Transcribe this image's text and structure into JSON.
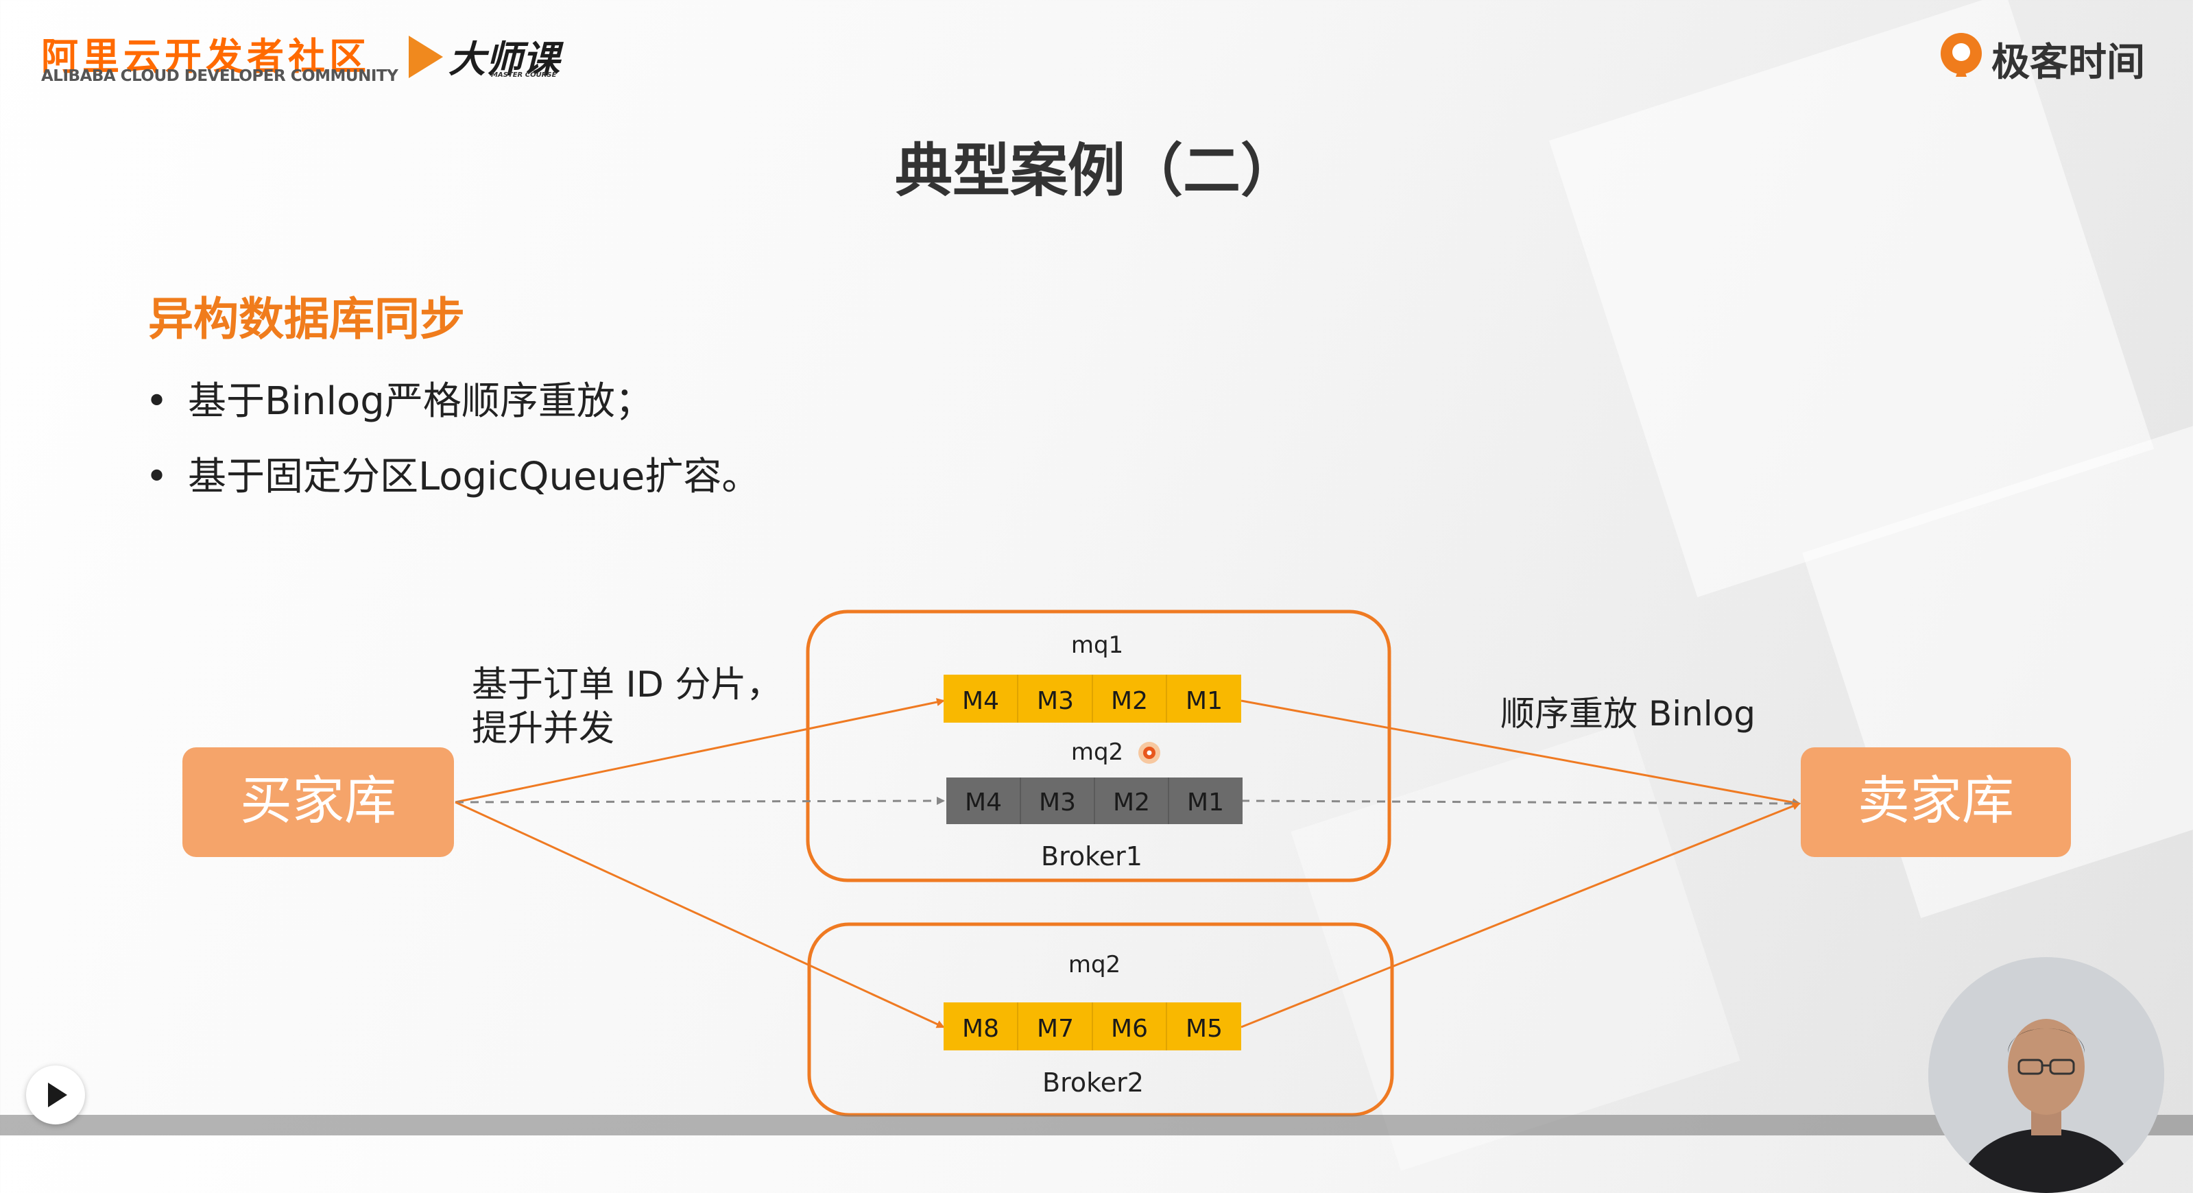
{
  "header": {
    "aliyun_cn": "阿里云开发者社区",
    "aliyun_en": "ALIBABA CLOUD DEVELOPER COMMUNITY",
    "masterclass_cn": "大师课",
    "masterclass_en": "MASTER COURSE",
    "geek_brand": "极客时间"
  },
  "slide": {
    "title": "典型案例（二）",
    "subtitle": "异构数据库同步",
    "bullets": [
      "基于Binlog严格顺序重放；",
      "基于固定分区LogicQueue扩容。"
    ]
  },
  "diagram": {
    "source": "买家库",
    "target": "卖家库",
    "left_label_line1": "基于订单 ID 分片，",
    "left_label_line2": "提升并发",
    "right_label": "顺序重放 Binlog",
    "broker1": {
      "name": "Broker1",
      "queue1": {
        "name": "mq1",
        "messages": [
          "M4",
          "M3",
          "M2",
          "M1"
        ]
      },
      "queue2": {
        "name": "mq2",
        "messages": [
          "M4",
          "M3",
          "M2",
          "M1"
        ]
      }
    },
    "broker2": {
      "name": "Broker2",
      "queue1": {
        "name": "mq2",
        "messages": [
          "M8",
          "M7",
          "M6",
          "M5"
        ]
      }
    }
  },
  "colors": {
    "brand_orange": "#ff6a00",
    "node_fill": "#f5a46a",
    "queue_active": "#f9b800",
    "queue_inactive": "#6b6b6b",
    "box_border": "#ef7a22",
    "arrow": "#ef7a22"
  },
  "icons": [
    "play-icon",
    "geek-time-logo-icon",
    "laser-pointer-icon"
  ]
}
